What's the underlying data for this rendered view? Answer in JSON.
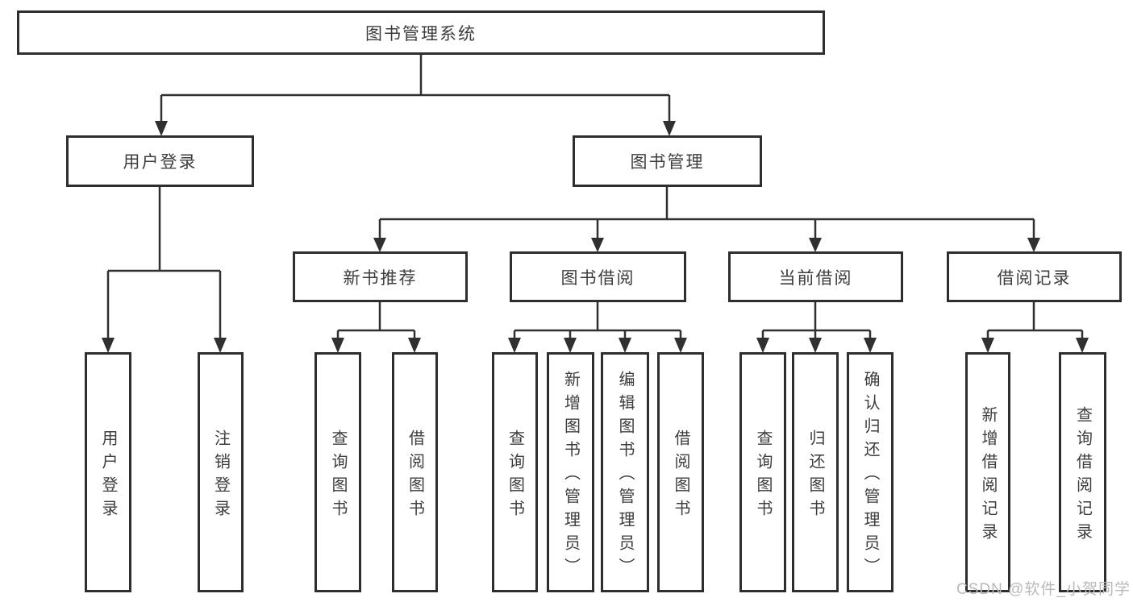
{
  "diagram_title": "图书管理系统",
  "tree": {
    "root": {
      "label": "图书管理系统",
      "children": [
        {
          "label": "用户登录",
          "children": [
            {
              "label": "用户登录"
            },
            {
              "label": "注销登录"
            }
          ]
        },
        {
          "label": "图书管理",
          "children": [
            {
              "label": "新书推荐",
              "children": [
                {
                  "label": "查询图书"
                },
                {
                  "label": "借阅图书"
                }
              ]
            },
            {
              "label": "图书借阅",
              "children": [
                {
                  "label": "查询图书"
                },
                {
                  "label": "新增图书（管理员）"
                },
                {
                  "label": "编辑图书（管理员）"
                },
                {
                  "label": "借阅图书"
                }
              ]
            },
            {
              "label": "当前借阅",
              "children": [
                {
                  "label": "查询图书"
                },
                {
                  "label": "归还图书"
                },
                {
                  "label": "确认归还（管理员）"
                }
              ]
            },
            {
              "label": "借阅记录",
              "children": [
                {
                  "label": "新增借阅记录"
                },
                {
                  "label": "查询借阅记录"
                }
              ]
            }
          ]
        }
      ]
    }
  },
  "watermark": {
    "text": "CSDN @软件_小贺同学",
    "color": "#b9b9b9"
  },
  "colors": {
    "line": "#303030",
    "border": "#2e2e2e",
    "text": "#3d3d3d",
    "background": "#ffffff"
  }
}
